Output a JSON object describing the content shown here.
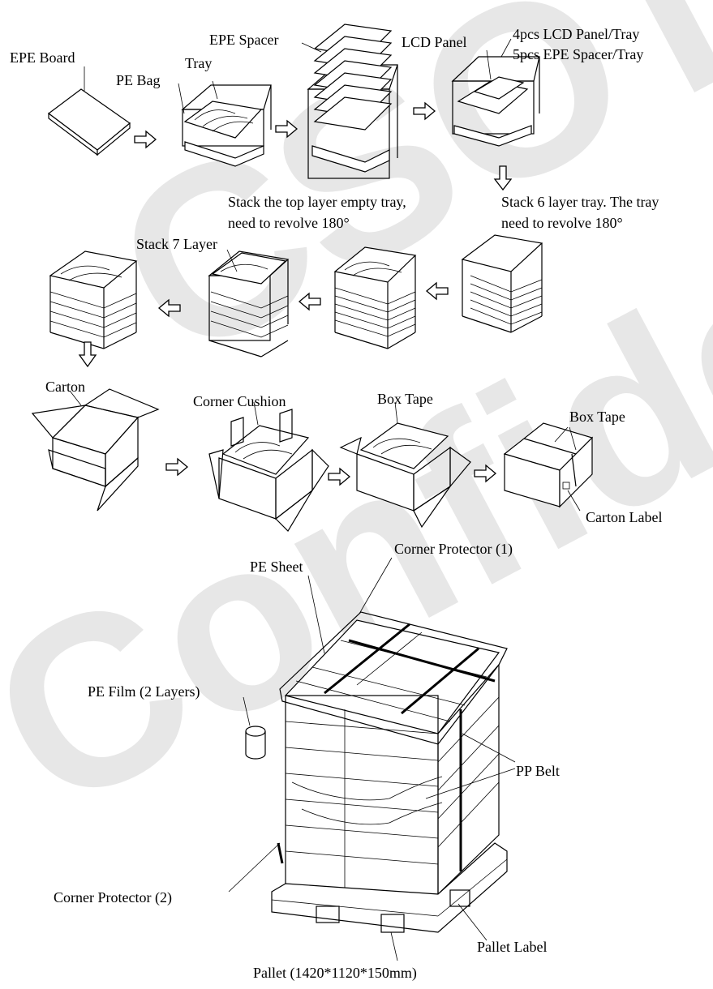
{
  "labels": {
    "epe_board": "EPE Board",
    "pe_bag": "PE Bag",
    "tray": "Tray",
    "epe_spacer": "EPE Spacer",
    "lcd_panel": "LCD Panel",
    "panel_per_tray": "4pcs LCD Panel/Tray",
    "spacer_per_tray": "5pcs EPE Spacer/Tray",
    "stack_six_line1": "Stack 6 layer tray. The tray",
    "stack_six_line2": "need to revolve 180°",
    "stack_top_line1": "Stack the top layer empty tray,",
    "stack_top_line2": "need to revolve 180°",
    "stack_seven": "Stack 7 Layer",
    "carton": "Carton",
    "corner_cushion": "Corner Cushion",
    "box_tape_open": "Box Tape",
    "box_tape_closed": "Box Tape",
    "carton_label": "Carton Label",
    "corner_protector_1": "Corner Protector (1)",
    "pe_sheet": "PE Sheet",
    "pe_film": "PE Film (2 Layers)",
    "pp_belt": "PP Belt",
    "corner_protector_2": "Corner Protector (2)",
    "pallet_label": "Pallet Label",
    "pallet": "Pallet (1420*1120*150mm)"
  },
  "watermark": {
    "line1": "CSOT",
    "line2": "Confidential"
  }
}
